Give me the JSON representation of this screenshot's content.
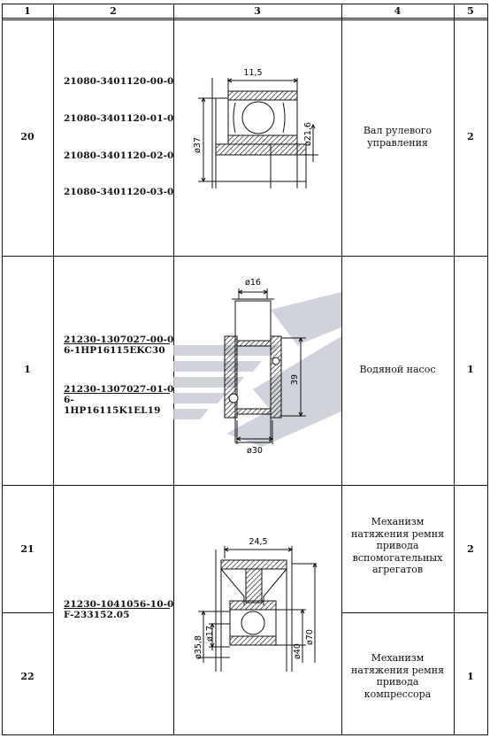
{
  "table": {
    "headers": [
      "1",
      "2",
      "3",
      "4",
      "5"
    ],
    "rows": [
      {
        "col1": "20",
        "part_numbers": [
          "21080-3401120-00-0",
          "21080-3401120-01-0",
          "21080-3401120-02-0",
          "21080-3401120-03-0"
        ],
        "application_lines": [
          "Вал рулевого",
          "управления"
        ],
        "qty": "2",
        "dims": {
          "width": "11,5",
          "outer": "ø37",
          "inner": "ø21,6"
        }
      },
      {
        "col1": "1",
        "part_pairs": [
          {
            "number": "21230-1307027-00-0",
            "spec": "6-1HP16115EKC30"
          },
          {
            "number": "21230-1307027-01-0",
            "spec": "6-1HP16115K1EL19"
          }
        ],
        "application_lines": [
          "Водяной насос"
        ],
        "qty": "1",
        "dims": {
          "shaft": "ø16",
          "height": "39",
          "outer": "ø30"
        }
      },
      {
        "col1": "21",
        "application_lines": [
          "Механизм",
          "натяжения ремня",
          "привода",
          "вспомогательных",
          "агрегатов"
        ],
        "qty": "2"
      },
      {
        "col1": "22",
        "application_lines": [
          "Механизм",
          "натяжения ремня",
          "привода",
          "компрессора"
        ],
        "qty": "1"
      }
    ],
    "shared_part": {
      "number": "21230-1041056-10-0",
      "spec": "F-233152.05"
    },
    "shared_dims": {
      "width": "24,5",
      "d1": "ø35,8",
      "d2": "ø17",
      "d3": "ø40",
      "d4": "ø70"
    }
  }
}
